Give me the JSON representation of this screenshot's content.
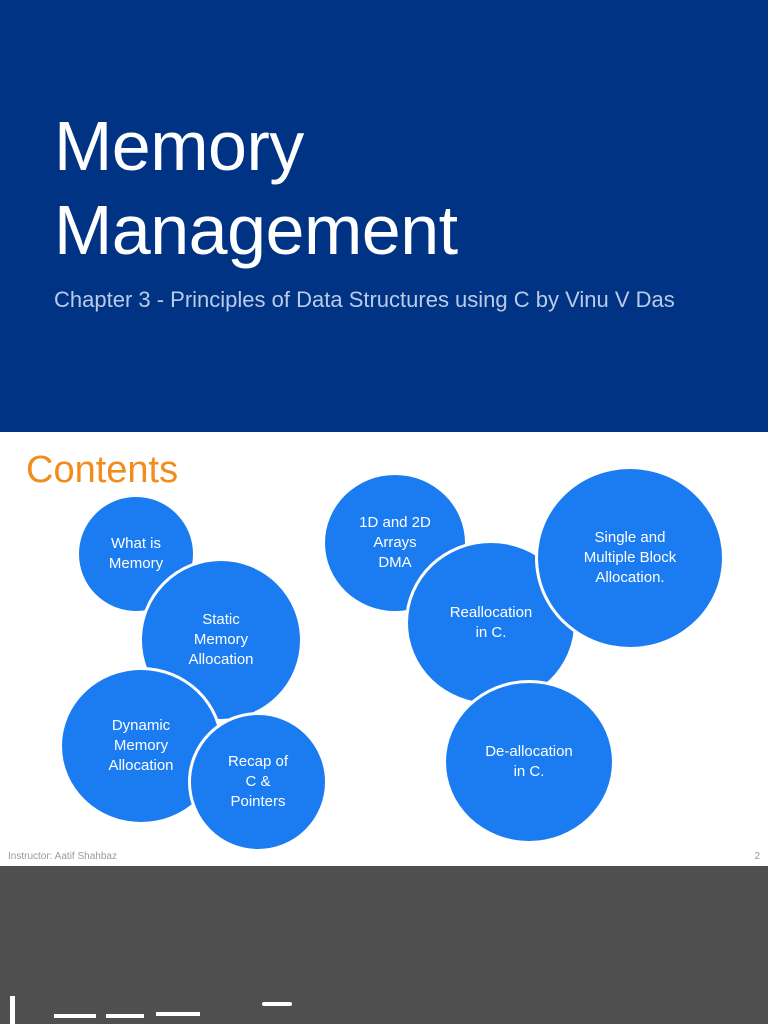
{
  "slide1": {
    "title_line1": "Memory",
    "title_line2": "Management",
    "subtitle": "Chapter 3 - Principles of Data Structures using C by Vinu V Das",
    "background": "#003383"
  },
  "slide2": {
    "heading": "Contents",
    "heading_color": "#f28c1c",
    "bubble_color": "#1b7cf2",
    "bubbles": [
      "What is\nMemory",
      "Static\nMemory\nAllocation",
      "Dynamic\nMemory\nAllocation",
      "Recap of\nC &\nPointers",
      "1D and 2D\nArrays\nDMA",
      "Reallocation\nin C.",
      "Single and\nMultiple Block\nAllocation.",
      "De-allocation\nin C."
    ],
    "footer_instructor": "Instructor: Aatif Shahbaz",
    "page_number": "2"
  },
  "slide3": {
    "background": "#4f4f4f"
  }
}
